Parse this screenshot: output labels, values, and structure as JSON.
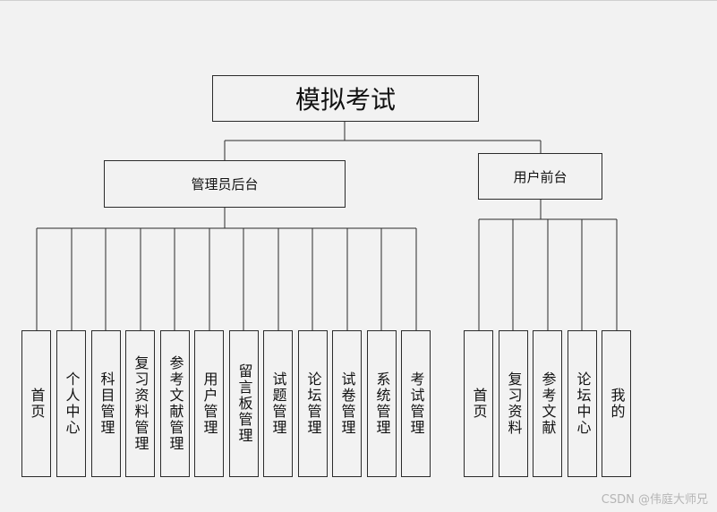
{
  "root": {
    "label": "模拟考试"
  },
  "admin": {
    "label": "管理员后台",
    "items": [
      "首页",
      "个人中心",
      "科目管理",
      "复习资料管理",
      "参考文献管理",
      "用户管理",
      "留言板管理",
      "试题管理",
      "论坛管理",
      "试卷管理",
      "系统管理",
      "考试管理"
    ]
  },
  "user": {
    "label": "用户前台",
    "items": [
      "首页",
      "复习资料",
      "参考文献",
      "论坛中心",
      "我的"
    ]
  },
  "watermark": "CSDN @伟庭大师兄"
}
